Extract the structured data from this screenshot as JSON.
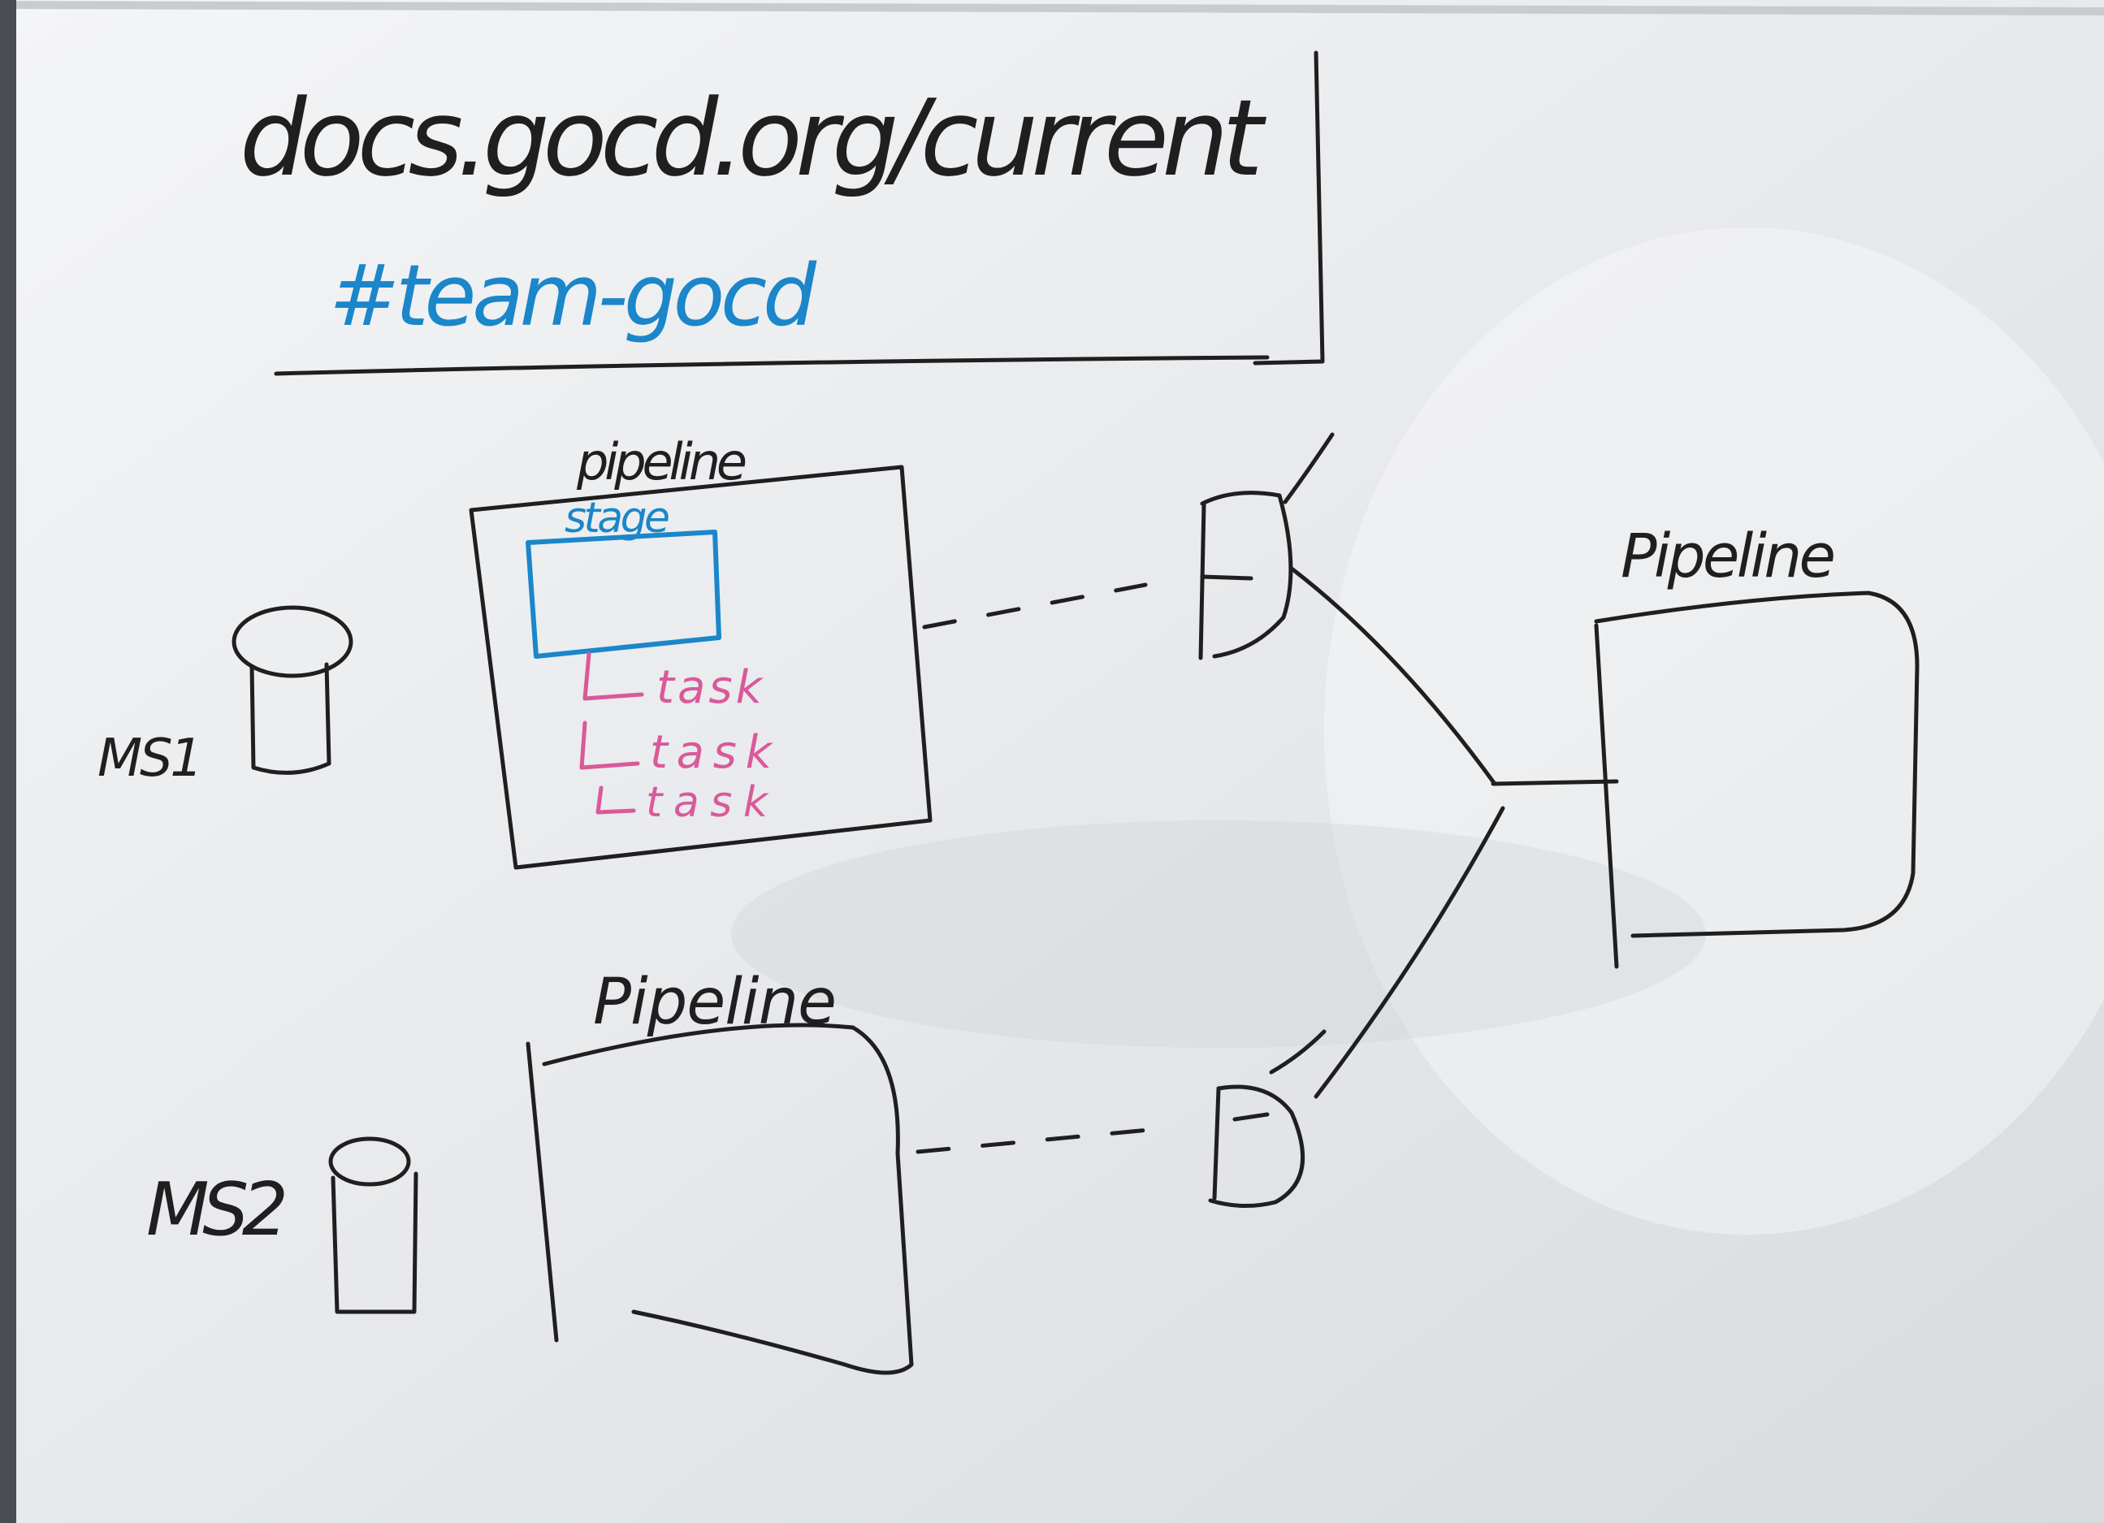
{
  "colors": {
    "board": "#eceef0",
    "ink_black": "#1f1f1f",
    "ink_blue": "#1b86c9",
    "ink_pink": "#d9599a"
  },
  "header": {
    "url_text": "docs.gocd.org/current",
    "hashtag_text": "#team-gocd"
  },
  "nodes": {
    "ms1_label": "MS1",
    "ms2_label": "MS2",
    "pipeline_top_label": "pipeline",
    "stage_label": "stage",
    "tasks": [
      "task",
      "task",
      "task"
    ],
    "pipeline_bottom_label": "Pipeline",
    "pipeline_right_label": "Pipeline"
  },
  "icons": {
    "ms1": "database-cylinder-icon",
    "ms2": "database-cylinder-icon",
    "gate_top": "gate-checkmark-icon",
    "gate_bottom": "gate-checkmark-icon"
  }
}
